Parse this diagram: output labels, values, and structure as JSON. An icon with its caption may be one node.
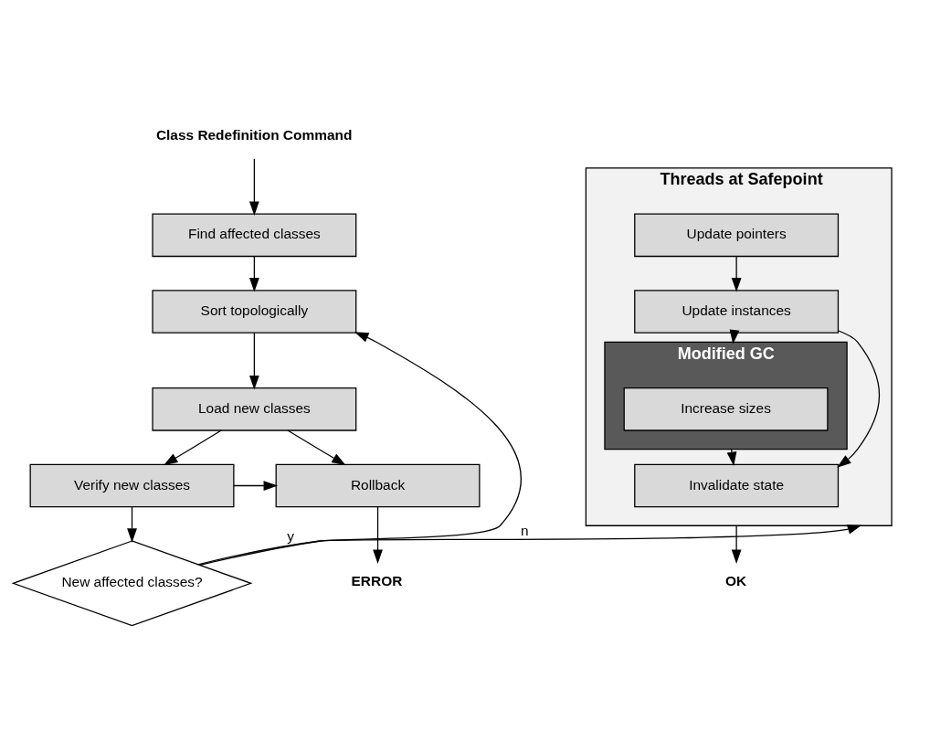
{
  "diagram": {
    "nodes": [
      {
        "text": [
          "Class Redefinition Command"
        ]
      },
      {
        "text": [
          "Find affected classes"
        ]
      },
      {
        "text": [
          "Sort topologically"
        ]
      },
      {
        "text": [
          "Load new classes"
        ]
      },
      {
        "text": [
          "Rollback"
        ]
      },
      {
        "text": [
          "Verify new classes"
        ]
      },
      {
        "text": [
          "ERROR"
        ]
      },
      {
        "text": [
          "New affected classes?"
        ]
      },
      {
        "text": [
          "Threads at Safepoint"
        ]
      },
      {
        "text": [
          "Update pointers"
        ],
        "in": 8
      },
      {
        "text": [
          "Update instances"
        ],
        "in": 8
      },
      {
        "text": [
          "Modified GC"
        ],
        "in": 8
      },
      {
        "text": [
          "Increase sizes"
        ],
        "in": 11
      },
      {
        "text": [
          "Invalidate state"
        ],
        "in": 8
      },
      {
        "text": [
          "OK"
        ]
      }
    ],
    "edges": [
      {
        "from": 0,
        "to": 1,
        "arrow": "to"
      },
      {
        "from": 1,
        "to": 2,
        "arrow": "to"
      },
      {
        "from": 2,
        "to": 3,
        "arrow": "to"
      },
      {
        "from": 3,
        "to": 4,
        "arrow": "to"
      },
      {
        "from": 3,
        "to": 5,
        "arrow": "to"
      },
      {
        "from": 5,
        "to": 4,
        "arrow": "to"
      },
      {
        "from": 4,
        "to": 6,
        "arrow": "to"
      },
      {
        "from": 5,
        "to": 7,
        "arrow": "to"
      },
      {
        "from": 7,
        "to": 2,
        "arrow": "to",
        "label": "y"
      },
      {
        "from": 7,
        "to": 8,
        "arrow": "to",
        "label": "n"
      },
      {
        "from": 9,
        "to": 10,
        "arrow": "to"
      },
      {
        "from": 10,
        "to": 11,
        "arrow": "to"
      },
      {
        "from": 10,
        "to": 13,
        "arrow": "to"
      },
      {
        "from": 11,
        "to": 13,
        "arrow": "to"
      },
      {
        "from": 8,
        "to": 14,
        "arrow": "to"
      }
    ]
  }
}
